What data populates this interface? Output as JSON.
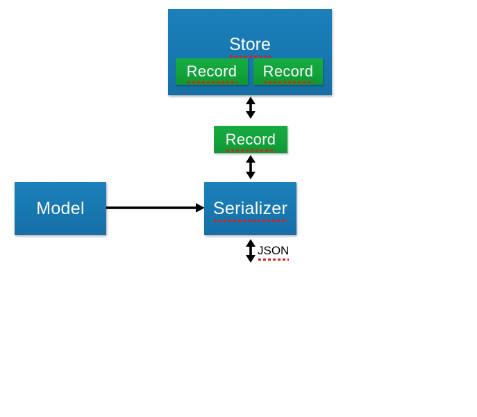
{
  "diagram": {
    "nodes": {
      "store": {
        "label": "Store",
        "color": "#1877B0",
        "shape": "rect"
      },
      "store_records": [
        {
          "label": "Record",
          "color": "#12A23A"
        },
        {
          "label": "Record",
          "color": "#12A23A"
        }
      ],
      "record": {
        "label": "Record",
        "color": "#12A23A"
      },
      "model": {
        "label": "Model",
        "color": "#1877B0"
      },
      "serializer": {
        "label": "Serializer",
        "color": "#1877B0"
      }
    },
    "labels": {
      "json": "JSON"
    },
    "edges": [
      {
        "from": "Store",
        "to": "Record",
        "type": "bidirectional"
      },
      {
        "from": "Record",
        "to": "Serializer",
        "type": "bidirectional"
      },
      {
        "from": "Model",
        "to": "Serializer",
        "type": "directed"
      },
      {
        "from": "Serializer",
        "to": "JSON",
        "type": "bidirectional"
      }
    ],
    "colors": {
      "node_blue": "#1877B0",
      "node_green": "#12A23A",
      "node_text": "#FBFCFD",
      "underline_red": "#E31D12",
      "arrow_black": "#000000",
      "background": "#FFFFFF"
    }
  }
}
